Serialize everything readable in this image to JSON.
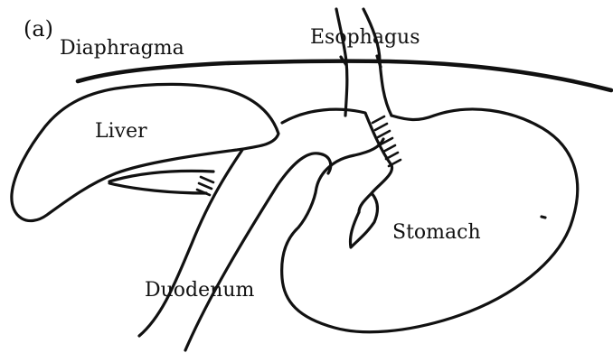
{
  "figure": {
    "panel_label": "(a)",
    "labels": {
      "diaphragma": "Diaphragma",
      "esophagus": "Esophagus",
      "liver": "Liver",
      "stomach": "Stomach",
      "duodenum": "Duodenum"
    },
    "line_color": "#111111",
    "background_color": "#ffffff"
  }
}
